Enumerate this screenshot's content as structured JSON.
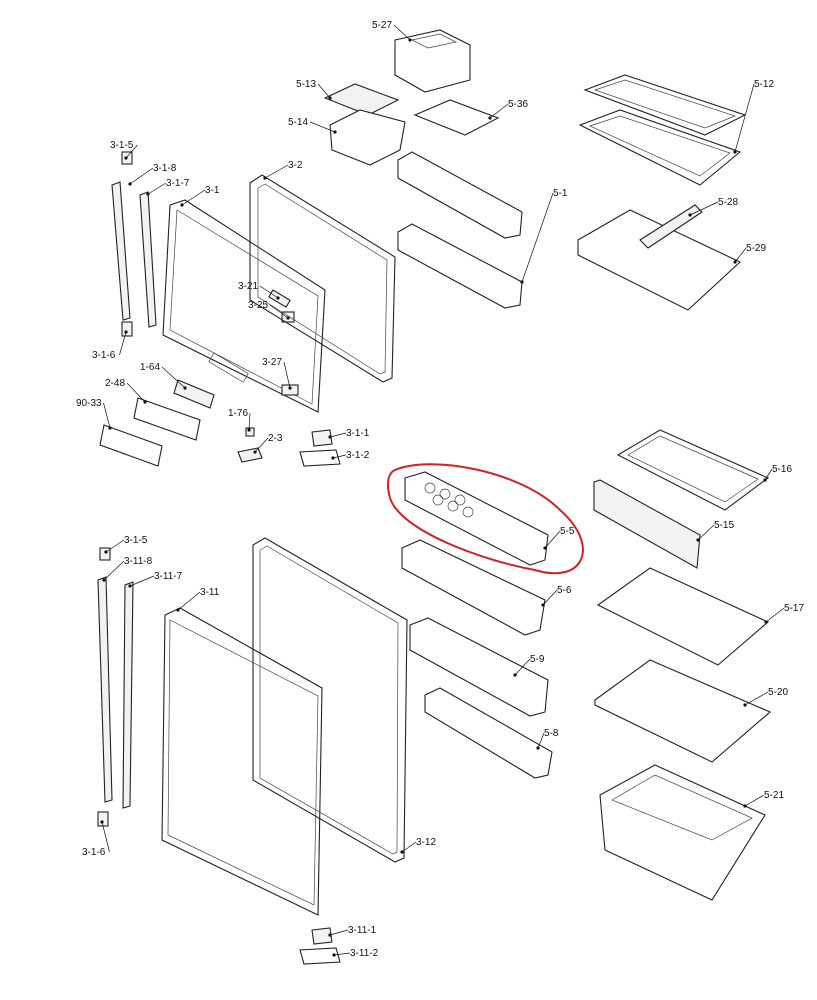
{
  "diagram": {
    "title": "Refrigerator exploded parts diagram",
    "highlight_color": "#d42020",
    "highlighted_part": "5-5",
    "labels": [
      "5-27",
      "5-13",
      "5-36",
      "5-14",
      "5-12",
      "5-1",
      "5-28",
      "5-29",
      "3-1-5",
      "3-1-8",
      "3-1-7",
      "3-1",
      "3-2",
      "3-21",
      "3-25",
      "3-27",
      "3-1-6",
      "1-64",
      "2-48",
      "90-33",
      "1-76",
      "2-3",
      "3-1-1",
      "3-1-2",
      "5-16",
      "5-15",
      "5-5",
      "5-6",
      "5-17",
      "5-9",
      "5-20",
      "5-8",
      "5-21",
      "3-1-5",
      "3-11-8",
      "3-11-7",
      "3-11",
      "3-1-6",
      "3-12",
      "3-11-1",
      "3-11-2"
    ]
  }
}
